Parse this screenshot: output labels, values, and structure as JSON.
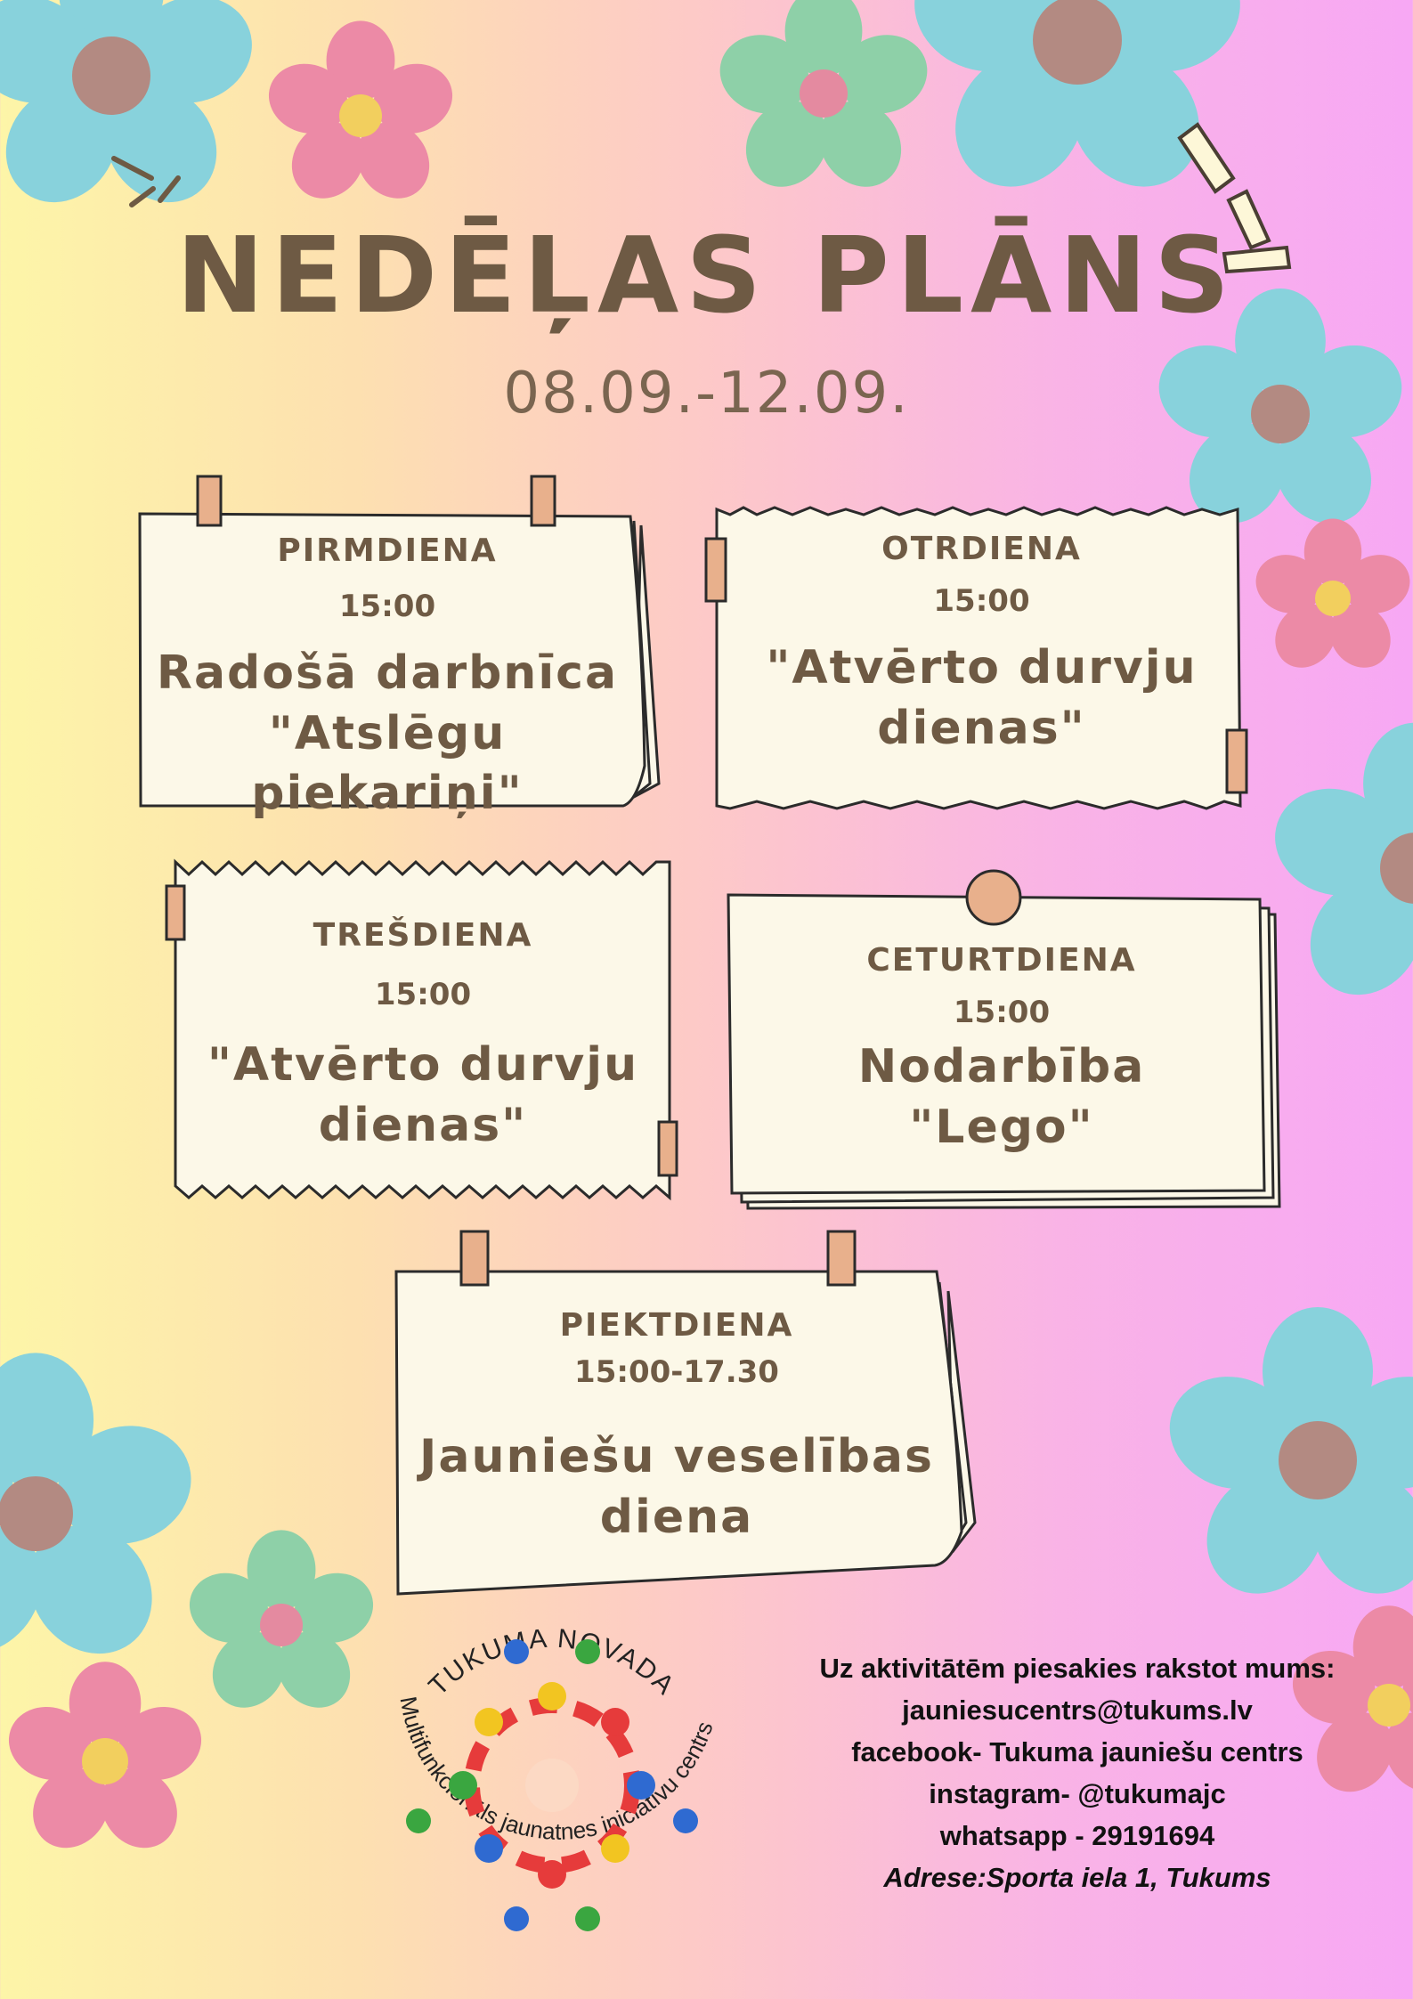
{
  "title": "NEDĒĻAS PLĀNS",
  "dates": "08.09.-12.09.",
  "days": [
    {
      "day": "PIRMDIENA",
      "time": "15:00",
      "activity": "Radošā darbnīca\n\"Atslēgu piekariņi\""
    },
    {
      "day": "OTRDIENA",
      "time": "15:00",
      "activity": "\"Atvērto durvju\ndienas\""
    },
    {
      "day": "TREŠDIENA",
      "time": "15:00",
      "activity": "\"Atvērto durvju\ndienas\""
    },
    {
      "day": "CETURTDIENA",
      "time": "15:00",
      "activity": "Nodarbība\n\"Lego\""
    },
    {
      "day": "PIEKTDIENA",
      "time": "15:00-17.30",
      "activity": "Jauniešu veselības\ndiena"
    }
  ],
  "logo": {
    "top_text": "TUKUMA NOVADA",
    "bottom_text": "Multifunkcionāls jaunatnes iniciatīvu centrs"
  },
  "contact": {
    "intro": "Uz aktivitātēm piesakies rakstot mums:",
    "email": "jauniesucentrs@tukums.lv",
    "facebook": "facebook- Tukuma jauniešu centrs",
    "instagram": "instagram- @tukumajc",
    "whatsapp": "whatsapp - 29191694",
    "address": "Adrese:Sporta iela 1, Tukums"
  },
  "colors": {
    "text_brown": "#6e5a44",
    "paper": "#fcf8e8",
    "tape": "#e8b08c",
    "flower_blue": "#88d2dc",
    "flower_pink": "#ec8aa6",
    "flower_green": "#8ed0a8"
  }
}
